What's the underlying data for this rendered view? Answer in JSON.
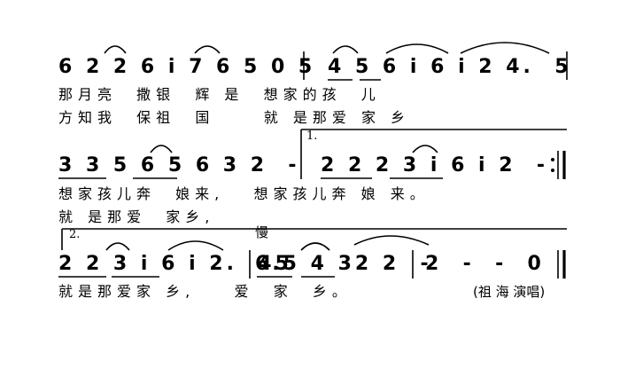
{
  "score": {
    "row1": {
      "measure1_notes": "6 2 2 6 i 7 6 5 0 5",
      "measure2_notes": "4 5 6 i 6 i 2 4.  5",
      "lyric_line1": "那月亮  撒银  辉 是  想家的孩  儿",
      "lyric_line2": "方知我  保祖  国     就 是那爱 家 乡"
    },
    "row2": {
      "volta1_label": "1.",
      "measure1_notes": "3 3 5 6 5 6 3 2  -",
      "measure2_notes": "2 2 2 3 i 6 i 2  -",
      "lyric_line1": "想家孩儿奔  娘来,   想家孩儿奔 娘 来。",
      "lyric_line2": "就 是那爱  家乡,"
    },
    "row3": {
      "volta2_label": "2.",
      "tempo_mark": "慢",
      "measure1_notes": "2 2 3 i 6 i 2.  45",
      "measure2_notes": "6.5 4 32 2  -",
      "measure3_notes": "2  -  -  0",
      "lyric_line1": "就是那爱家 乡,    爱  家  乡。",
      "credit": "(祖 海 演唱)"
    }
  }
}
